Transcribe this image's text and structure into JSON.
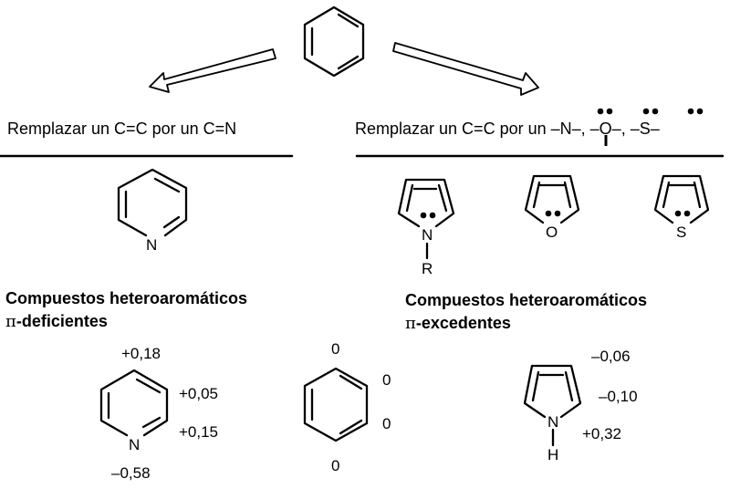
{
  "left_branch": {
    "caption": "Remplazar un C=C por un C=N",
    "heading_line1": "Compuestos heteroaromáticos",
    "heading_pi": "π",
    "heading_line2_suffix": "-deficientes"
  },
  "right_branch": {
    "caption_prefix": "Remplazar un C=C por un ",
    "caption_n": "–N–",
    "caption_sep1": ", ",
    "caption_o": "–O–",
    "caption_sep2": ", ",
    "caption_s": "–S–",
    "heading_line1": "Compuestos heteroaromáticos",
    "heading_pi": "π",
    "heading_line2_suffix": "-excedentes"
  },
  "atoms": {
    "pyridine_n": "N",
    "pyrrole_n": "N",
    "pyrrole_r": "R",
    "furan_o": "O",
    "thiophene_s": "S",
    "pyridine2_n": "N",
    "pyrrole2_n": "N",
    "pyrrole2_h": "H"
  },
  "charges": {
    "pyridine": {
      "c4": "+0,18",
      "c3": "+0,05",
      "c2": "+0,15",
      "n": "–0,58"
    },
    "benzene": {
      "top": "0",
      "upper_right": "0",
      "lower_right": "0",
      "bottom": "0"
    },
    "pyrrole": {
      "c3": "–0,06",
      "c2": "–0,10",
      "n": "+0,32"
    }
  }
}
